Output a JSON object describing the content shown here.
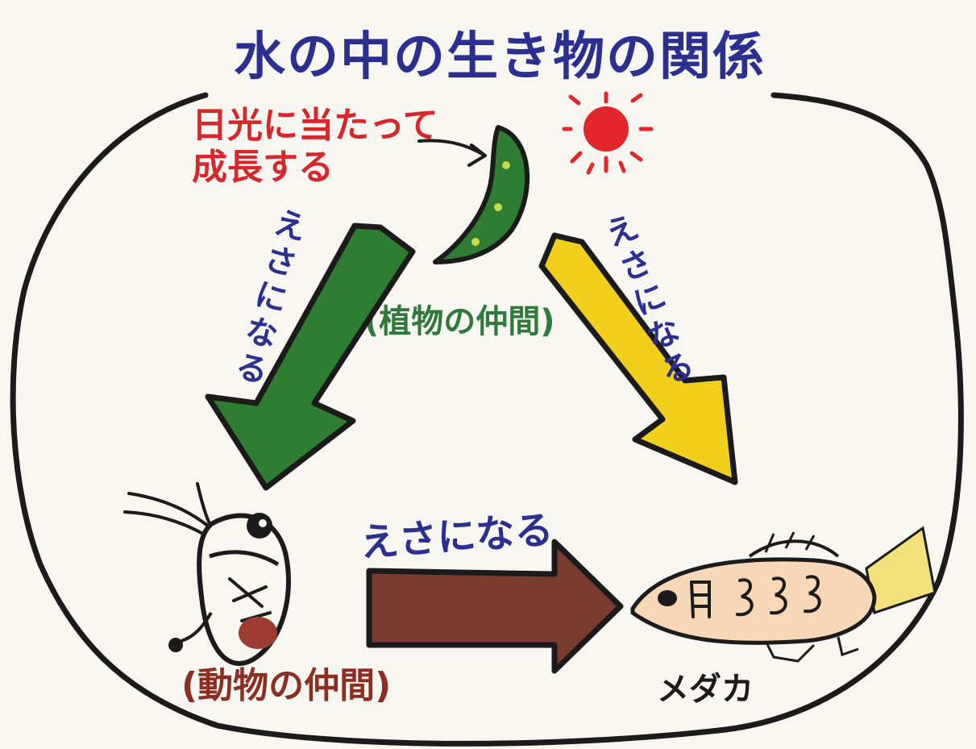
{
  "title": "水の中の生き物の関係",
  "sunlight_label": "日光に当たって成長する",
  "sunlight_label_lines": [
    "日光に当たって",
    "成長する"
  ],
  "plant_group_label": "(植物の仲間)",
  "animal_group_label": "(動物の仲間)",
  "fish_name": "メダカ",
  "edge_labels": {
    "plant_to_animal": "えさになる",
    "plant_to_fish": "えさになる",
    "animal_to_fish": "えさになる"
  },
  "icons": {
    "sun": "sun-icon",
    "plant": "plant-pod-icon",
    "plankton": "plankton-icon",
    "fish": "medaka-fish-icon"
  },
  "colors": {
    "paper": "#f7f6f1",
    "title": "#2b2f8f",
    "sunlight_label": "#d9262b",
    "plant_group": "#2f7a3a",
    "animal_group": "#8b2f22",
    "edge_label": "#2b2f8f",
    "arrow_green": "#2e7d32",
    "arrow_yellow": "#f2cf1d",
    "arrow_brown": "#7a3b30",
    "outline": "#1b1b1b",
    "sun": "#e2262b"
  }
}
